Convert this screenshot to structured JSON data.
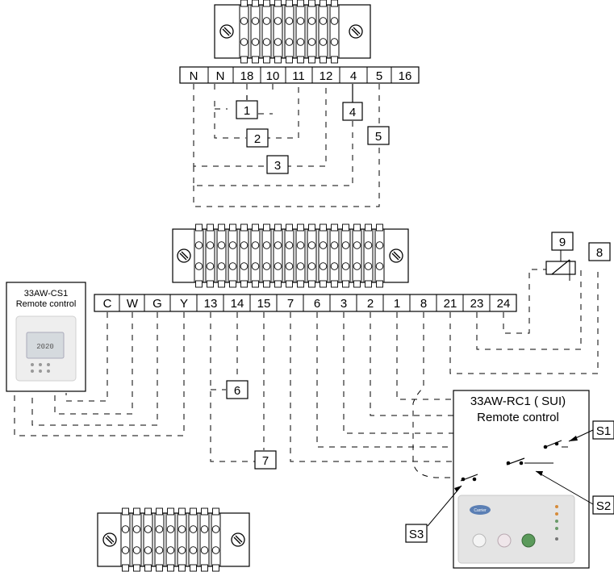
{
  "top_terminals": [
    "N",
    "N",
    "18",
    "10",
    "11",
    "12",
    "4",
    "5",
    "16"
  ],
  "mid_terminals": [
    "C",
    "W",
    "G",
    "Y",
    "13",
    "14",
    "15",
    "7",
    "6",
    "3",
    "2",
    "1",
    "8",
    "21",
    "23",
    "24"
  ],
  "boxed_numbers": {
    "n1": "1",
    "n2": "2",
    "n3": "3",
    "n4": "4",
    "n5": "5",
    "n6": "6",
    "n7": "7",
    "n8": "8",
    "n9": "9"
  },
  "cs1_control": {
    "model": "33AW-CS1",
    "label": "Remote control",
    "screen_text": "2020"
  },
  "rc1_control": {
    "model": "33AW-RC1 ( SUI)",
    "label": "Remote control"
  },
  "switch_labels": {
    "s1": "S1",
    "s2": "S2",
    "s3": "S3"
  },
  "rc1_logo": "Carrier",
  "colors": {
    "line": "#000000",
    "device_face": "#e6e6e6",
    "screen": "#cfd6da"
  }
}
